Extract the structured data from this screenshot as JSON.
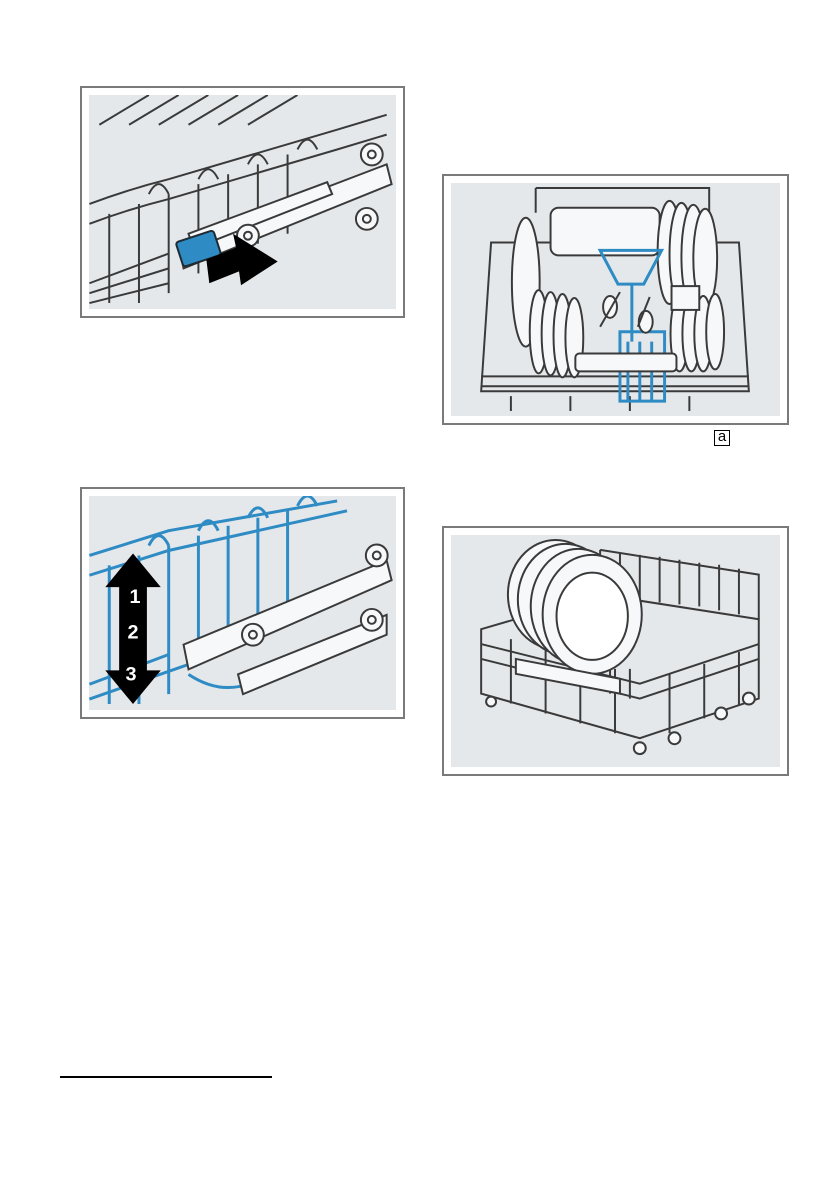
{
  "figures": {
    "rack_release": {
      "subject": "lever-press"
    },
    "rack_height": {
      "subject": "height-positions",
      "position_labels": [
        "1",
        "2",
        "3"
      ]
    },
    "loaded_rack": {
      "subject": "loaded-lower-rack",
      "callout": "a"
    },
    "empty_rack": {
      "subject": "lower-rack-with-plates"
    }
  },
  "colors": {
    "wire": "#3a3a3a",
    "highlight": "#2e8bc4",
    "figure_bg": "#e5e8eb",
    "frame": "#7a7a7a"
  }
}
